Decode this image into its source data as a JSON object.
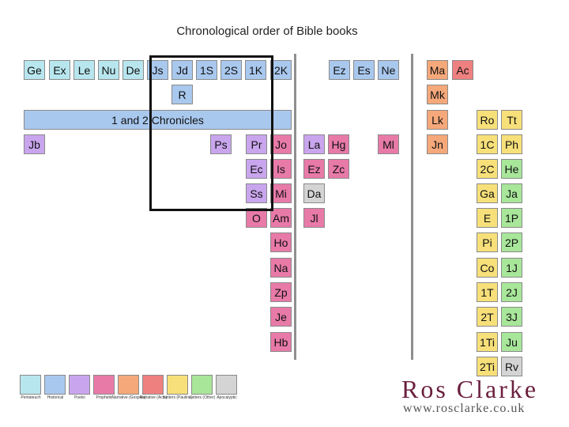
{
  "title": "Chronological order of Bible books",
  "colors": {
    "pentateuch": "#b8e6ee",
    "historical": "#a9c8ee",
    "poetic": "#c9a5ee",
    "prophetic": "#e87aa8",
    "narrative_gospels": "#f5a87a",
    "narrative_acts": "#ef8080",
    "letters_pauline": "#f7e07a",
    "letters_other": "#a8e69a",
    "apocalyptic": "#d4d4d4"
  },
  "band_label": "1 and 2 Chronicles",
  "books": [
    {
      "label": "Ge",
      "cat": "pentateuch"
    },
    {
      "label": "Ex",
      "cat": "pentateuch"
    },
    {
      "label": "Le",
      "cat": "pentateuch"
    },
    {
      "label": "Nu",
      "cat": "pentateuch"
    },
    {
      "label": "De",
      "cat": "pentateuch"
    },
    {
      "label": "Js",
      "cat": "historical"
    },
    {
      "label": "Jd",
      "cat": "historical"
    },
    {
      "label": "1S",
      "cat": "historical"
    },
    {
      "label": "2S",
      "cat": "historical"
    },
    {
      "label": "1K",
      "cat": "historical"
    },
    {
      "label": "2K",
      "cat": "historical"
    },
    {
      "label": "Ez",
      "cat": "historical"
    },
    {
      "label": "Es",
      "cat": "historical"
    },
    {
      "label": "Ne",
      "cat": "historical"
    },
    {
      "label": "Ma",
      "cat": "narrative_gospels"
    },
    {
      "label": "Ac",
      "cat": "narrative_acts"
    },
    {
      "label": "R",
      "cat": "historical"
    },
    {
      "label": "Mk",
      "cat": "narrative_gospels"
    },
    {
      "label": "Lk",
      "cat": "narrative_gospels"
    },
    {
      "label": "Ro",
      "cat": "letters_pauline"
    },
    {
      "label": "Tt",
      "cat": "letters_pauline"
    },
    {
      "label": "Jb",
      "cat": "poetic"
    },
    {
      "label": "Ps",
      "cat": "poetic"
    },
    {
      "label": "Pr",
      "cat": "poetic"
    },
    {
      "label": "Jo",
      "cat": "prophetic"
    },
    {
      "label": "La",
      "cat": "poetic"
    },
    {
      "label": "Hg",
      "cat": "prophetic"
    },
    {
      "label": "Ml",
      "cat": "prophetic"
    },
    {
      "label": "Jn",
      "cat": "narrative_gospels"
    },
    {
      "label": "1C",
      "cat": "letters_pauline"
    },
    {
      "label": "Ph",
      "cat": "letters_pauline"
    },
    {
      "label": "Ec",
      "cat": "poetic"
    },
    {
      "label": "Is",
      "cat": "prophetic"
    },
    {
      "label": "Ez",
      "cat": "prophetic"
    },
    {
      "label": "Zc",
      "cat": "prophetic"
    },
    {
      "label": "2C",
      "cat": "letters_pauline"
    },
    {
      "label": "He",
      "cat": "letters_other"
    },
    {
      "label": "Ss",
      "cat": "poetic"
    },
    {
      "label": "Mi",
      "cat": "prophetic"
    },
    {
      "label": "Da",
      "cat": "apocalyptic"
    },
    {
      "label": "Ga",
      "cat": "letters_pauline"
    },
    {
      "label": "Ja",
      "cat": "letters_other"
    },
    {
      "label": "O",
      "cat": "prophetic"
    },
    {
      "label": "Am",
      "cat": "prophetic"
    },
    {
      "label": "Jl",
      "cat": "prophetic"
    },
    {
      "label": "E",
      "cat": "letters_pauline"
    },
    {
      "label": "1P",
      "cat": "letters_other"
    },
    {
      "label": "Ho",
      "cat": "prophetic"
    },
    {
      "label": "Pi",
      "cat": "letters_pauline"
    },
    {
      "label": "2P",
      "cat": "letters_other"
    },
    {
      "label": "Na",
      "cat": "prophetic"
    },
    {
      "label": "Co",
      "cat": "letters_pauline"
    },
    {
      "label": "1J",
      "cat": "letters_other"
    },
    {
      "label": "Zp",
      "cat": "prophetic"
    },
    {
      "label": "1T",
      "cat": "letters_pauline"
    },
    {
      "label": "2J",
      "cat": "letters_other"
    },
    {
      "label": "Je",
      "cat": "prophetic"
    },
    {
      "label": "2T",
      "cat": "letters_pauline"
    },
    {
      "label": "3J",
      "cat": "letters_other"
    },
    {
      "label": "Hb",
      "cat": "prophetic"
    },
    {
      "label": "1Ti",
      "cat": "letters_pauline"
    },
    {
      "label": "Ju",
      "cat": "letters_other"
    },
    {
      "label": "2Ti",
      "cat": "letters_pauline"
    },
    {
      "label": "Rv",
      "cat": "apocalyptic"
    }
  ],
  "legend": [
    {
      "label": "Pentateuch",
      "cat": "pentateuch"
    },
    {
      "label": "Historical",
      "cat": "historical"
    },
    {
      "label": "Poetic",
      "cat": "poetic"
    },
    {
      "label": "Prophetic",
      "cat": "prophetic"
    },
    {
      "label": "Narrative (Gospels)",
      "cat": "narrative_gospels"
    },
    {
      "label": "Narrative (Acts)",
      "cat": "narrative_acts"
    },
    {
      "label": "Letters (Pauline)",
      "cat": "letters_pauline"
    },
    {
      "label": "Letters (Other)",
      "cat": "letters_other"
    },
    {
      "label": "Apocalyptic",
      "cat": "apocalyptic"
    }
  ],
  "logo": {
    "name": "Ros Clarke",
    "url": "www.rosclarke.co.uk"
  }
}
